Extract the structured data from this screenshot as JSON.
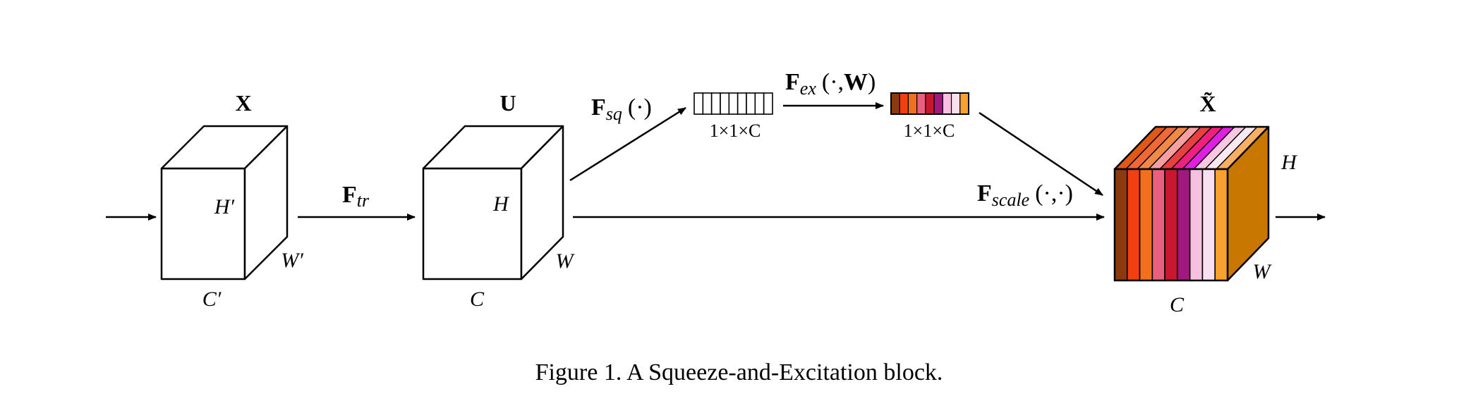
{
  "diagram": {
    "cube_x": {
      "name": "X",
      "height_label": "H′",
      "width_label": "W′",
      "channel_label": "C′"
    },
    "f_tr": {
      "main": "F",
      "sub": "tr"
    },
    "cube_u": {
      "name": "U",
      "height_label": "H",
      "width_label": "W",
      "channel_label": "C"
    },
    "f_sq": {
      "main": "F",
      "sub": "sq",
      "args": "(·)"
    },
    "squeeze_vector": {
      "dims": "1×1×C",
      "cells": 9
    },
    "f_ex": {
      "main": "F",
      "sub": "ex",
      "args_open": "(·,",
      "args_bold": "W",
      "args_close": ")"
    },
    "excite_vector": {
      "dims": "1×1×C",
      "colors": [
        "#8B3A10",
        "#F04010",
        "#F07020",
        "#E86080",
        "#C81830",
        "#A01880",
        "#F8C0E0",
        "#F8E0F0",
        "#F8A030"
      ]
    },
    "f_scale": {
      "main": "F",
      "sub": "scale",
      "args": "(·,·)"
    },
    "cube_out": {
      "name": "X̃",
      "height_label": "H",
      "width_label": "W",
      "channel_label": "C",
      "front_colors": [
        "#8B3A10",
        "#F04010",
        "#F07020",
        "#E86080",
        "#C81830",
        "#A01880",
        "#F8C0E0",
        "#F8E0F0",
        "#F8A030"
      ],
      "top_colors": [
        "#E05818",
        "#F06838",
        "#F08848",
        "#F8A0A0",
        "#E84040",
        "#F02080",
        "#E020E0",
        "#F8C8E0",
        "#F8E8F0",
        "#F8B060"
      ],
      "side_color": "#C87800"
    }
  },
  "caption": "Figure 1. A Squeeze-and-Excitation block."
}
